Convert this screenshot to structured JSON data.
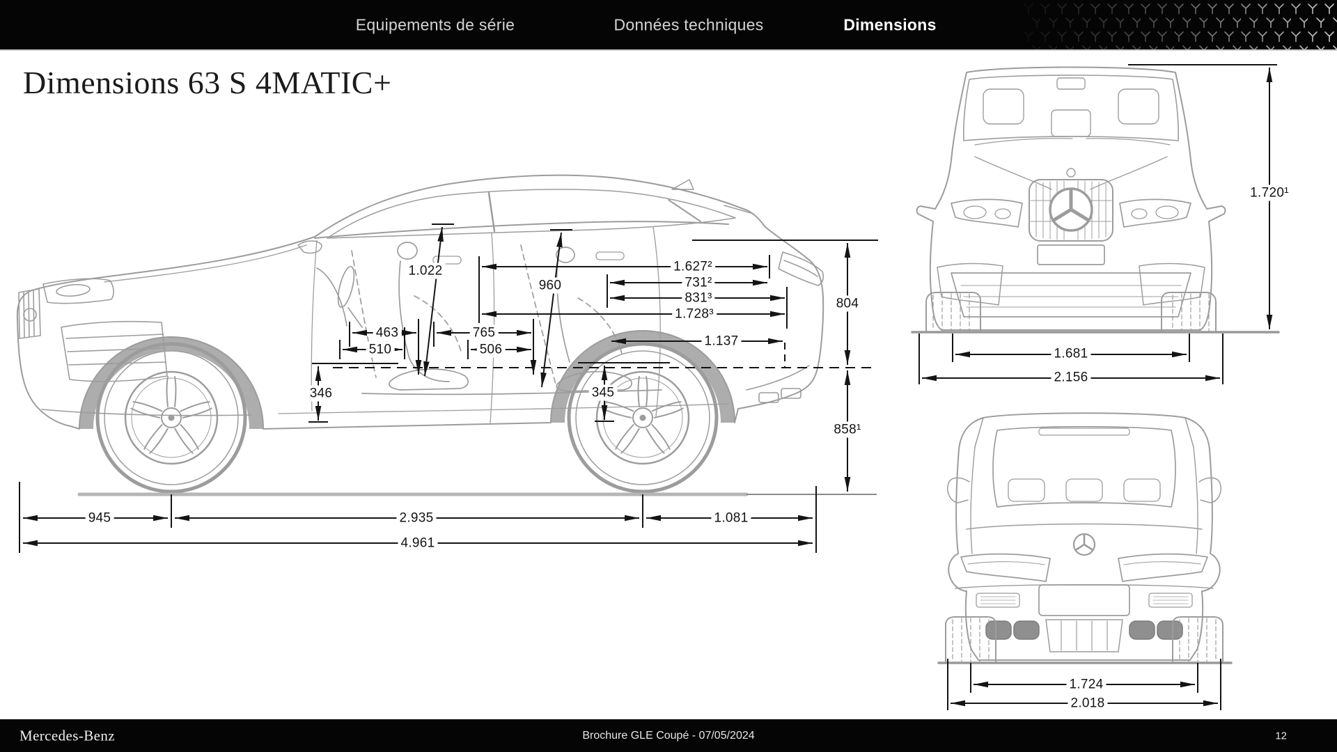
{
  "nav": {
    "tabs": [
      {
        "label": "Equipements de série",
        "active": false
      },
      {
        "label": "Données techniques",
        "active": false
      },
      {
        "label": "Dimensions",
        "active": true
      }
    ]
  },
  "page": {
    "title": "Dimensions 63 S 4MATIC+"
  },
  "icons": {
    "nav_pattern": "mercedes-star-pattern",
    "grille_badge": "mercedes-three-pointed-star"
  },
  "side_view": {
    "dims": {
      "d1022": "1.022",
      "d960": "960",
      "d1627": "1.627²",
      "d731": "731²",
      "d831": "831³",
      "d1728": "1.728³",
      "d1137": "1.137",
      "d804": "804",
      "d858": "858¹",
      "d463": "463",
      "d510": "510",
      "d765": "765",
      "d506": "506",
      "d346": "346",
      "d345": "345",
      "d945": "945",
      "d2935": "2.935",
      "d1081": "1.081",
      "d4961": "4.961"
    }
  },
  "front_view": {
    "dims": {
      "d1720": "1.720¹",
      "d1681": "1.681",
      "d2156": "2.156"
    }
  },
  "rear_view": {
    "dims": {
      "d1724": "1.724",
      "d2018": "2.018"
    }
  },
  "footer": {
    "brand": "Mercedes-Benz",
    "document": "Brochure GLE Coupé - 07/05/2024",
    "page": "12"
  },
  "colors": {
    "bar_black": "#050505",
    "line_gray": "#9c9c9c",
    "dim_black": "#141414",
    "background": "#ffffff"
  }
}
